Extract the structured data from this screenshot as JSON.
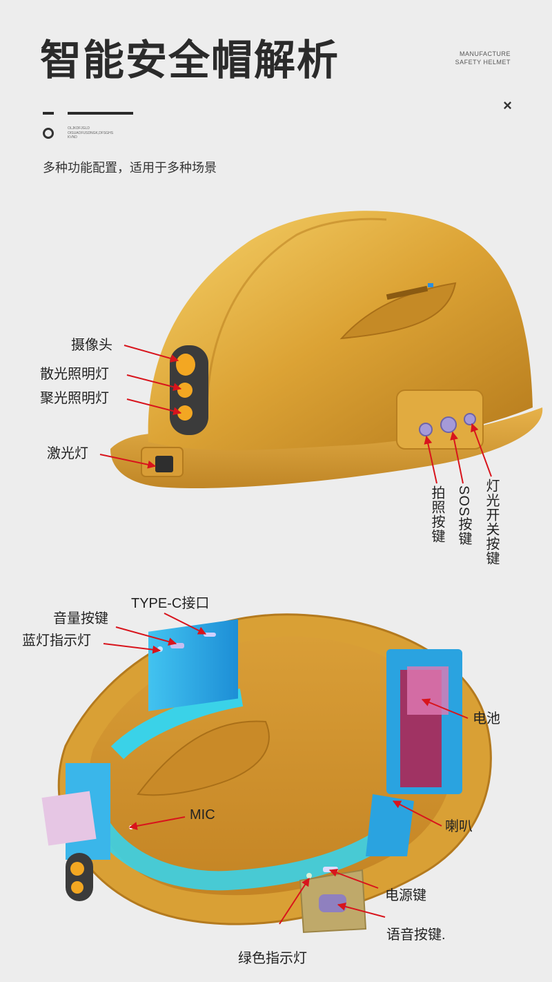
{
  "header": {
    "title": "智能安全帽解析",
    "brand_line1": "MANUFACTURE",
    "brand_line2": "SAFETY HELMET",
    "fine_print": "OLJKDFJGLD OISUAOFUSDNGK,DFSGHS KVND",
    "subtitle": "多种功能配置，适用于多种场景",
    "close_symbol": "×"
  },
  "exterior_labels": {
    "camera": "摄像头",
    "flood_light": "散光照明灯",
    "spot_light": "聚光照明灯",
    "laser_light": "激光灯",
    "photo_button": "拍照按键",
    "sos_button": "SOS按键",
    "light_switch": "灯光开关按键"
  },
  "interior_labels": {
    "type_c": "TYPE-C接口",
    "volume_button": "音量按键",
    "blue_indicator": "蓝灯指示灯",
    "battery": "电池",
    "mic": "MIC",
    "speaker": "喇叭",
    "power_button": "电源键",
    "voice_button": "语音按键.",
    "green_indicator": "绿色指示灯"
  },
  "colors": {
    "helmet": "#d9a032",
    "helmet_light": "#f2c85a",
    "helmet_dark": "#b27a1e",
    "module_blue": "#2aa3e0",
    "arrow_red": "#d8141c",
    "battery": "#a03363",
    "pad": "#e6c6e4"
  }
}
